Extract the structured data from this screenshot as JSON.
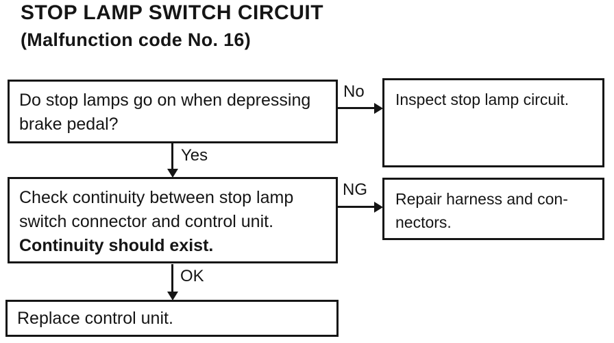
{
  "page": {
    "title": "STOP LAMP SWITCH CIRCUIT",
    "subtitle": "(Malfunction code No. 16)"
  },
  "flow": {
    "q1": {
      "text": "Do stop lamps go on when depressing brake pedal?"
    },
    "q1_no": {
      "label": "No",
      "result": "Inspect stop lamp circuit."
    },
    "q1_yes": {
      "label": "Yes"
    },
    "q2": {
      "text": "Check continuity between stop lamp switch connector and control unit.",
      "bold_requirement": "Continuity should exist."
    },
    "q2_ng": {
      "label": "NG",
      "lines": [
        "Repair harness and con-",
        "nectors."
      ]
    },
    "q2_ok": {
      "label": "OK"
    },
    "final": {
      "text": "Replace control unit."
    }
  },
  "colors": {
    "ink": "#151515",
    "paper": "#ffffff"
  }
}
